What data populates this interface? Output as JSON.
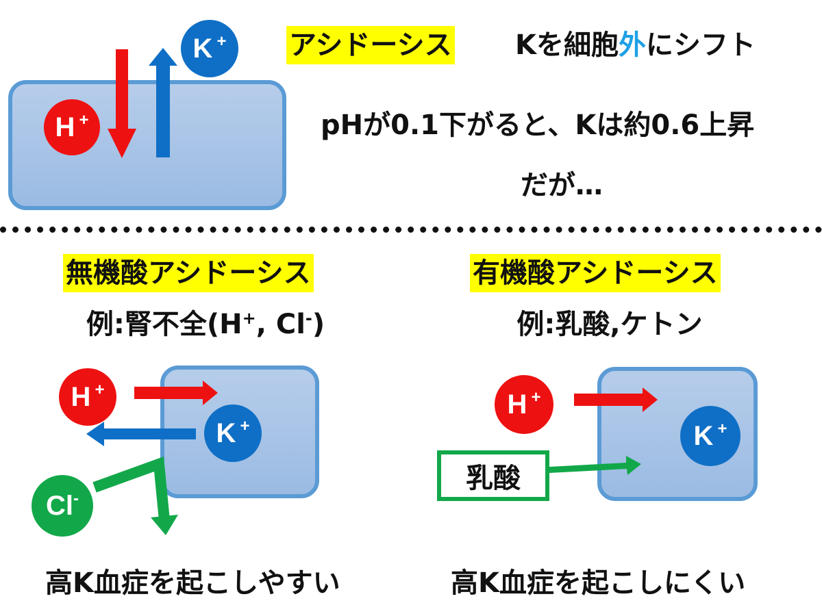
{
  "top": {
    "title": "アシドーシス",
    "shift_pre": "Kを細胞",
    "shift_accent": "外",
    "shift_post": "にシフト",
    "line2": "pHが0.1下がると、Kは約0.6上昇",
    "line3": "だが…"
  },
  "ions": {
    "h": "H",
    "k": "K",
    "cl": "Cl",
    "plus": "+",
    "minus": "-"
  },
  "left": {
    "title": "無機酸アシドーシス",
    "example_pre": "例:腎不全(H",
    "example_plus": "+",
    "example_mid": ", Cl",
    "example_minus": "-",
    "example_post": ")",
    "conclusion": "高K血症を起こしやすい"
  },
  "right": {
    "title": "有機酸アシドーシス",
    "example": "例:乳酸,ケトン",
    "acid_label": "乳酸",
    "conclusion": "高K血症を起こしにくい"
  },
  "colors": {
    "highlight": "#ffff00",
    "h_ion": "#ee1111",
    "k_ion": "#0f6fc6",
    "cl_ion": "#12a84a",
    "cell_border": "#5b9bd5",
    "accent_text": "#1ea0e6"
  }
}
